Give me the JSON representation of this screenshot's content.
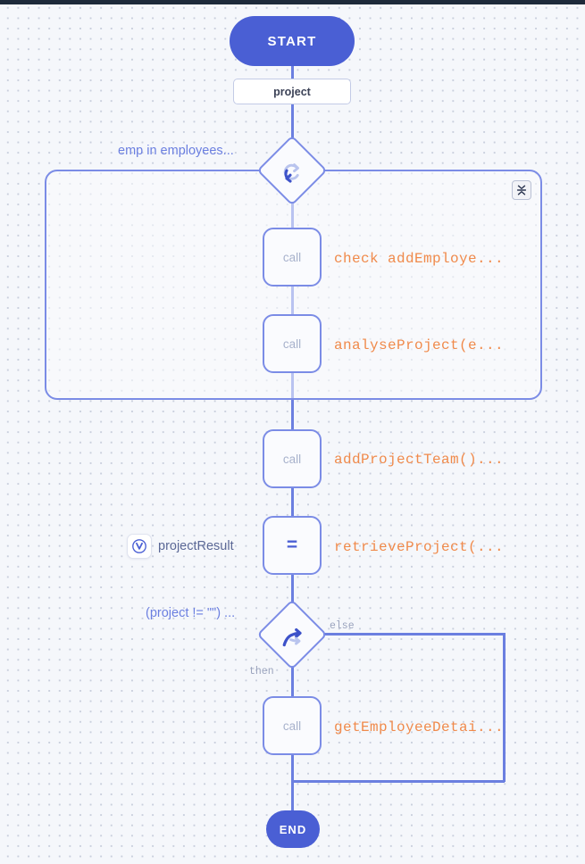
{
  "app": {
    "type": "flowchart-editor",
    "canvas_background": "#f5f7fb",
    "accent": "#4a5fd4",
    "node_border": "#7b8ce6",
    "code_color": "#f08a4b",
    "muted_color": "#9aa3bd"
  },
  "flow": {
    "start": {
      "label": "START"
    },
    "parameter": {
      "label": "project"
    },
    "loop": {
      "icon": "loop-icon",
      "condition_label": "emp in employees...",
      "collapse_icon": "collapse-icon",
      "body": [
        {
          "kind": "call",
          "code": "check addEmploye..."
        },
        {
          "kind": "call",
          "code": "analyseProject(e..."
        }
      ]
    },
    "after_loop": [
      {
        "kind": "call",
        "code": "addProjectTeam()..."
      }
    ],
    "assignment": {
      "kind": "=",
      "variable_icon": "variable-icon",
      "variable": "projectResult",
      "code": "retrieveProject(..."
    },
    "branch": {
      "icon": "branch-icon",
      "condition_label": "(project != \"\") ...",
      "then_label": "then",
      "else_label": "else",
      "then_body": [
        {
          "kind": "call",
          "code": "getEmployeeDetai..."
        }
      ]
    },
    "end": {
      "label": "END"
    }
  }
}
